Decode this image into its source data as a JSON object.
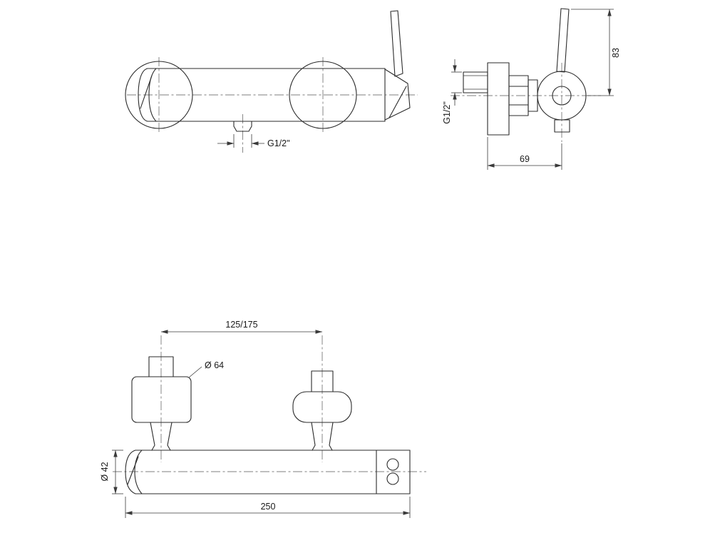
{
  "colors": {
    "background": "#ffffff",
    "line": "#2b2b2b",
    "dimension": "#3a3a3a"
  },
  "views": {
    "front": {
      "outlet_thread_label": "G1/2\""
    },
    "side": {
      "handle_height": "83",
      "inlet_thread_label": "G1/2\"",
      "depth": "69"
    },
    "bottom": {
      "mount_centers": "125/175",
      "escutcheon_diameter": "Ø 64",
      "body_diameter": "Ø 42",
      "overall_length": "250"
    }
  }
}
